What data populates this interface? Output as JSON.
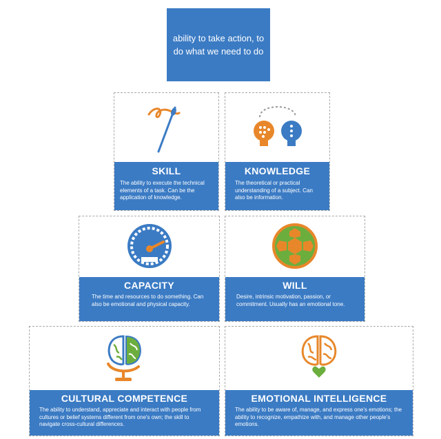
{
  "apex": {
    "text": "ability to take action, to do what we need to do"
  },
  "cards": {
    "skill": {
      "title": "SKILL",
      "desc": "The ability to execute the technical elements of a task. Can be the application of knowledge.",
      "icon": "needle-thread-icon"
    },
    "knowledge": {
      "title": "KNOWLEDGE",
      "desc": "The theoretical or practical understanding of a subject. Can also be information.",
      "icon": "connected-heads-icon"
    },
    "capacity": {
      "title": "CAPACITY",
      "desc": "The time and resources to do something. Can also be emotional and physical capacity.",
      "icon": "gauge-icon"
    },
    "will": {
      "title": "WILL",
      "desc": "Desire, intrinsic motivation, passion, or commitment. Usually has an emotional tone.",
      "icon": "turtle-shell-icon"
    },
    "cultural": {
      "title": "CULTURAL COMPETENCE",
      "desc": "The ability to understand, appreciate and interact with people from cultures or belief systems different from one's own; the skill to navigate cross-cultural differences.",
      "icon": "brain-globe-icon"
    },
    "emotional": {
      "title": "EMOTIONAL INTELLIGENCE",
      "desc": "The ability to be aware of, manage, and express one's emotions; the ability to recognize, empathize with, and manage other people's emotions.",
      "icon": "brain-heart-icon"
    }
  },
  "colors": {
    "blue": "#3b7bc4",
    "orange": "#e8872a",
    "green": "#6cae3e",
    "white": "#ffffff"
  }
}
